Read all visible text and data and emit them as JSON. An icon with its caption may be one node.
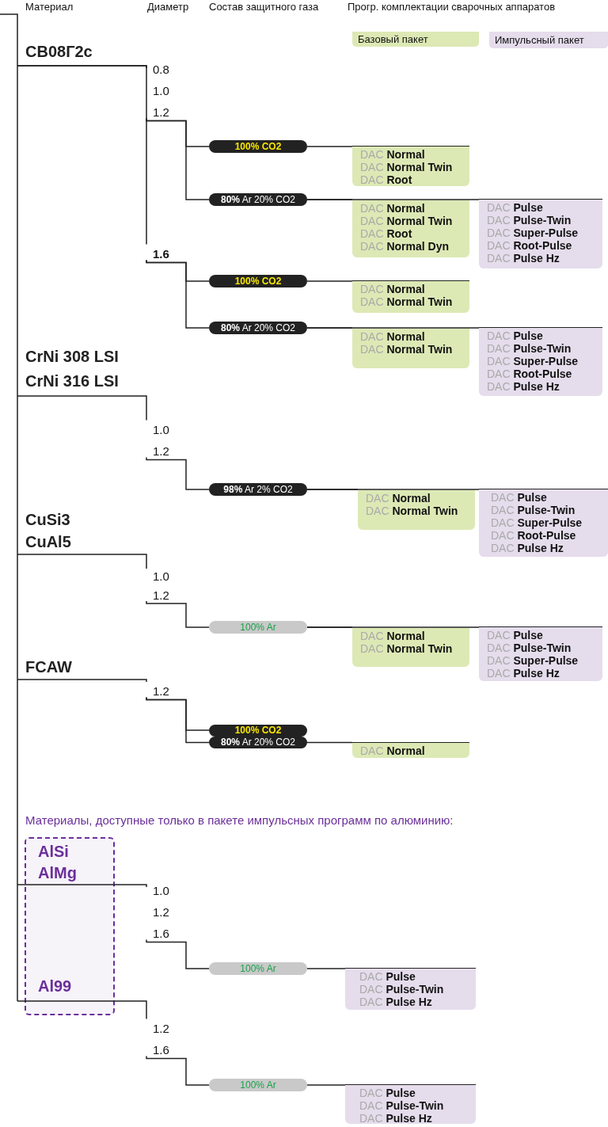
{
  "diagram": {
    "nodes": [
      {
        "text": [
          "СВ08Г2с"
        ]
      },
      {
        "text": [
          "0.8",
          "1.0",
          "1.2"
        ]
      },
      {
        "text": [
          "100% CO2"
        ]
      },
      {
        "text": [
          "DAC Normal",
          "DAC Normal Twin",
          "DAC Root"
        ]
      },
      {
        "text": [
          "**80%** Ar 20% CO2"
        ]
      },
      {
        "text": [
          "DAC Normal",
          "DAC Normal Twin",
          "DAC Root",
          "DAC Normal Dyn"
        ]
      },
      {
        "text": [
          "DAC Pulse",
          "DAC Pulse-Twin",
          "DAC Super-Pulse",
          "DAC Root-Pulse",
          "DAC Pulse Hz"
        ]
      },
      {
        "text": [
          "1.6"
        ]
      },
      {
        "text": [
          "100% CO2"
        ]
      },
      {
        "text": [
          "DAC Normal",
          "DAC Normal Twin"
        ]
      },
      {
        "text": [
          "**80%** Ar 20% CO2"
        ]
      },
      {
        "text": [
          "DAC Normal",
          "DAC Normal Twin"
        ]
      },
      {
        "text": [
          "DAC Pulse",
          "DAC Pulse-Twin",
          "DAC Super-Pulse",
          "DAC Root-Pulse",
          "DAC Pulse Hz"
        ]
      },
      {
        "text": [
          "CrNi 308 LSI",
          "CrNi 316 LSI"
        ]
      },
      {
        "text": [
          "1.0",
          "1.2"
        ]
      },
      {
        "text": [
          "**98%** Ar 2% CO2"
        ]
      },
      {
        "text": [
          "DAC Normal",
          "DAC Normal Twin"
        ]
      },
      {
        "text": [
          "DAC Pulse",
          "DAC Pulse-Twin",
          "DAC Super-Pulse",
          "DAC Root-Pulse",
          "DAC Pulse Hz"
        ]
      },
      {
        "text": [
          "CuSi3",
          "CuAl5"
        ]
      },
      {
        "text": [
          "1.0",
          "1.2"
        ]
      },
      {
        "text": [
          "100% Ar"
        ]
      },
      {
        "text": [
          "DAC Normal",
          "DAC Normal Twin"
        ]
      },
      {
        "text": [
          "DAC Pulse",
          "DAC Pulse-Twin",
          "DAC Super-Pulse",
          "DAC Pulse Hz"
        ]
      },
      {
        "text": [
          "FCAW"
        ]
      },
      {
        "text": [
          "1.2"
        ]
      },
      {
        "text": [
          "100% CO2"
        ]
      },
      {
        "text": [
          "**80%** Ar 20% CO2"
        ]
      },
      {
        "text": [
          "DAC Normal"
        ]
      },
      {
        "text": [],
        "shape": "box"
      },
      {
        "text": [
          "AlSi",
          "AlMg"
        ],
        "in": 28
      },
      {
        "text": [
          "1.0",
          "1.2",
          "1.6"
        ]
      },
      {
        "text": [
          "100% Ar"
        ]
      },
      {
        "text": [
          "DAC Pulse",
          "DAC Pulse-Twin",
          "DAC Pulse Hz"
        ]
      },
      {
        "text": [
          "Al99"
        ],
        "in": 28
      },
      {
        "text": [
          "1.2",
          "1.6"
        ]
      },
      {
        "text": [
          "100% Ar"
        ]
      },
      {
        "text": [
          "DAC Pulse",
          "DAC Pulse-Twin",
          "DAC Pulse Hz"
        ]
      }
    ],
    "edges": [
      {
        "from": 0,
        "to": 1,
        "arrow": "none"
      },
      {
        "from": 0,
        "to": 7,
        "arrow": "none"
      },
      {
        "from": 1,
        "to": 2,
        "arrow": "none"
      },
      {
        "from": 1,
        "to": 4,
        "arrow": "none"
      },
      {
        "from": 2,
        "to": 3,
        "arrow": "none"
      },
      {
        "from": 4,
        "to": 5,
        "arrow": "none"
      },
      {
        "from": 4,
        "to": 6,
        "arrow": "none"
      },
      {
        "from": 7,
        "to": 8,
        "arrow": "none"
      },
      {
        "from": 7,
        "to": 10,
        "arrow": "none"
      },
      {
        "from": 8,
        "to": 9,
        "arrow": "none"
      },
      {
        "from": 10,
        "to": 11,
        "arrow": "none"
      },
      {
        "from": 10,
        "to": 12,
        "arrow": "none"
      },
      {
        "from": 13,
        "to": 14,
        "arrow": "none"
      },
      {
        "from": 14,
        "to": 15,
        "arrow": "none"
      },
      {
        "from": 15,
        "to": 16,
        "arrow": "none"
      },
      {
        "from": 15,
        "to": 17,
        "arrow": "none"
      },
      {
        "from": 18,
        "to": 19,
        "arrow": "none"
      },
      {
        "from": 19,
        "to": 20,
        "arrow": "none"
      },
      {
        "from": 20,
        "to": 21,
        "arrow": "none"
      },
      {
        "from": 20,
        "to": 22,
        "arrow": "none"
      },
      {
        "from": 23,
        "to": 24,
        "arrow": "none"
      },
      {
        "from": 24,
        "to": 25,
        "arrow": "none"
      },
      {
        "from": 24,
        "to": 26,
        "arrow": "none"
      },
      {
        "from": 26,
        "to": 27,
        "arrow": "none"
      },
      {
        "from": 29,
        "to": 30,
        "arrow": "none"
      },
      {
        "from": 30,
        "to": 31,
        "arrow": "none"
      },
      {
        "from": 31,
        "to": 32,
        "arrow": "none"
      },
      {
        "from": 33,
        "to": 34,
        "arrow": "none"
      },
      {
        "from": 34,
        "to": 35,
        "arrow": "none"
      },
      {
        "from": 35,
        "to": 36,
        "arrow": "none"
      }
    ],
    "labels": [
      "Материал",
      "Диаметр",
      "Состав защитного газа",
      "Прогр. комплектации сварочных аппаратов",
      "Материалы, доступные только в пакете импульсных программ по алюминию:"
    ],
    "legend": [
      {
        "text": "Базовый пакет",
        "color": "#dce9b5"
      },
      {
        "text": "Импульсный пакет",
        "color": "#e5dcec"
      }
    ]
  }
}
